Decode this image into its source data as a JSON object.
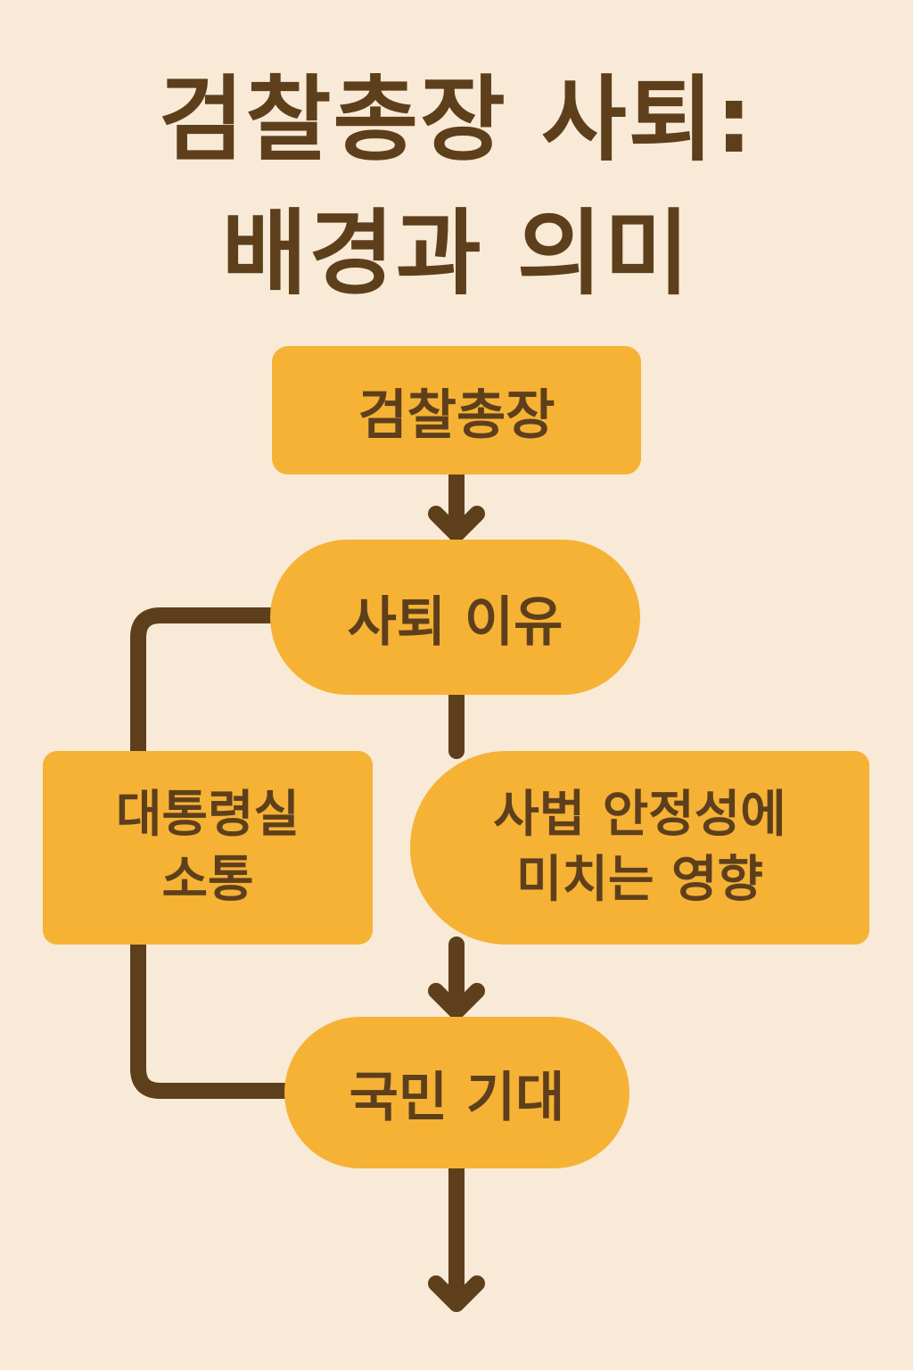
{
  "title": {
    "line1": "검찰총장 사퇴:",
    "line2": "배경과 의미"
  },
  "nodes": {
    "prosecutor_general": "검찰총장",
    "resignation_reason": "사퇴 이유",
    "presidential_office_line1": "대통령실",
    "presidential_office_line2": "소통",
    "judicial_stability_line1": "사법 안정성에",
    "judicial_stability_line2": "미치는 영향",
    "public_expectation": "국민 기대"
  },
  "colors": {
    "background": "#f8ead6",
    "node_fill": "#f5b235",
    "text_and_lines": "#5e3f1c"
  }
}
